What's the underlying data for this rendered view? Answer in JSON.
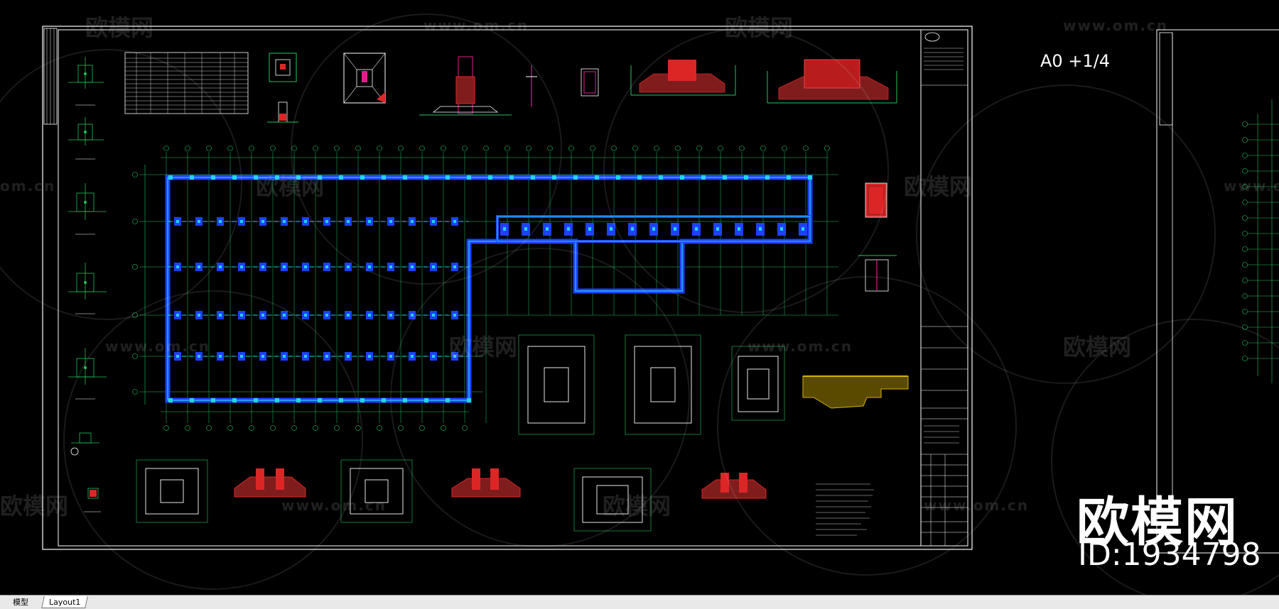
{
  "drawing": {
    "sheet_label": "A0 +1/4"
  },
  "watermark": {
    "brand": "欧模网",
    "url": "www.om.cn",
    "url_cut": "om.cn",
    "id_text": "ID:1934798"
  },
  "tabs": {
    "model": "模型",
    "layout1": "Layout1"
  },
  "colors": {
    "background": "#000000",
    "grid_green": "#22c55e",
    "wall_blue": "#1e40ff",
    "wall_cyan": "#22d3ee",
    "rebar_red": "#dc2626",
    "frame_white": "#ffffff",
    "detail_magenta": "#e11d8e",
    "hatch_yellow": "#d4b300"
  }
}
